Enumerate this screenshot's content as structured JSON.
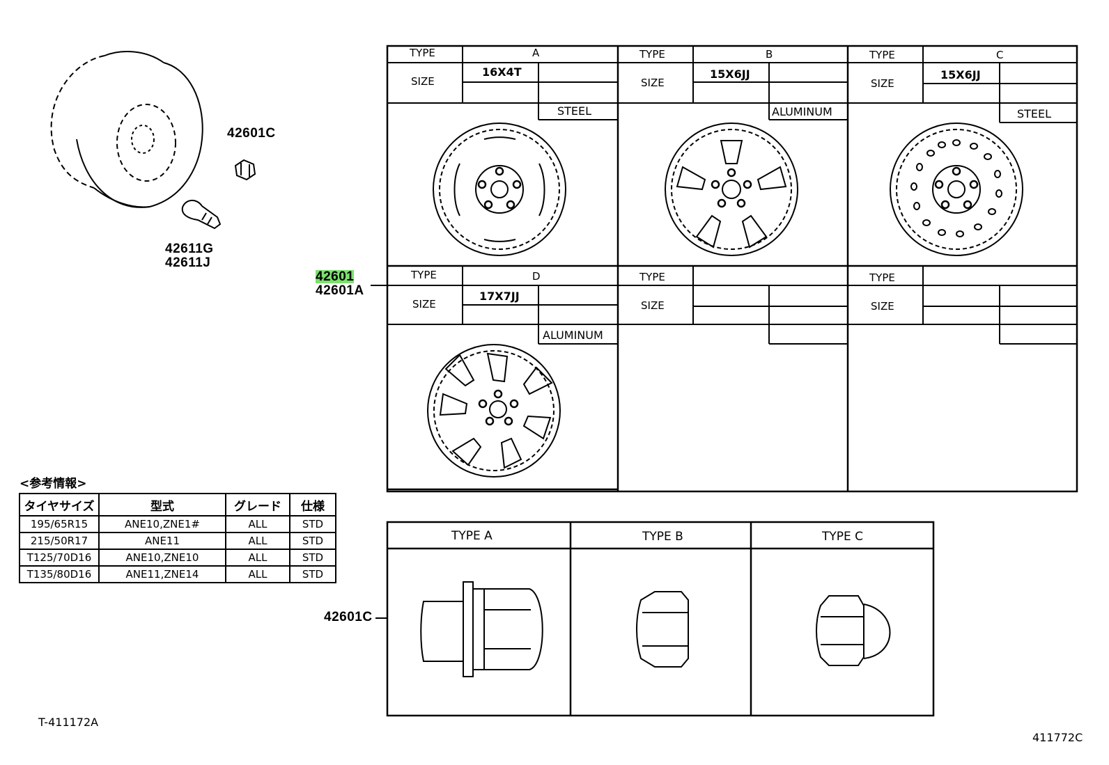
{
  "callouts": {
    "nut_top": "42601C",
    "valve_1": "42611G",
    "valve_2": "42611J",
    "wheel_main": "42601",
    "wheel_alt": "42601A",
    "nut_bottom": "42601C"
  },
  "wheel_grid": {
    "type_label": "TYPE",
    "size_label": "SIZE",
    "cells": [
      {
        "type": "A",
        "size": "16X4T",
        "material": "STEEL"
      },
      {
        "type": "B",
        "size": "15X6JJ",
        "material": "ALUMINUM"
      },
      {
        "type": "C",
        "size": "15X6JJ",
        "material": "STEEL"
      },
      {
        "type": "D",
        "size": "17X7JJ",
        "material": "ALUMINUM"
      },
      {
        "type": "",
        "size": "",
        "material": ""
      },
      {
        "type": "",
        "size": "",
        "material": ""
      }
    ]
  },
  "nut_table": {
    "headers": [
      "TYPE A",
      "TYPE B",
      "TYPE C"
    ]
  },
  "reference": {
    "title": "<参考情報>",
    "headers": [
      "タイヤサイズ",
      "型式",
      "グレード",
      "仕様"
    ],
    "rows": [
      [
        "195/65R15",
        "ANE10,ZNE1#",
        "ALL",
        "STD"
      ],
      [
        "215/50R17",
        "ANE11",
        "ALL",
        "STD"
      ],
      [
        "T125/70D16",
        "ANE10,ZNE10",
        "ALL",
        "STD"
      ],
      [
        "T135/80D16",
        "ANE11,ZNE14",
        "ALL",
        "STD"
      ]
    ]
  },
  "footer": {
    "left_code": "T-411172A",
    "right_code": "411772C"
  },
  "colors": {
    "highlight": "#7be06d",
    "ink": "#000000"
  }
}
